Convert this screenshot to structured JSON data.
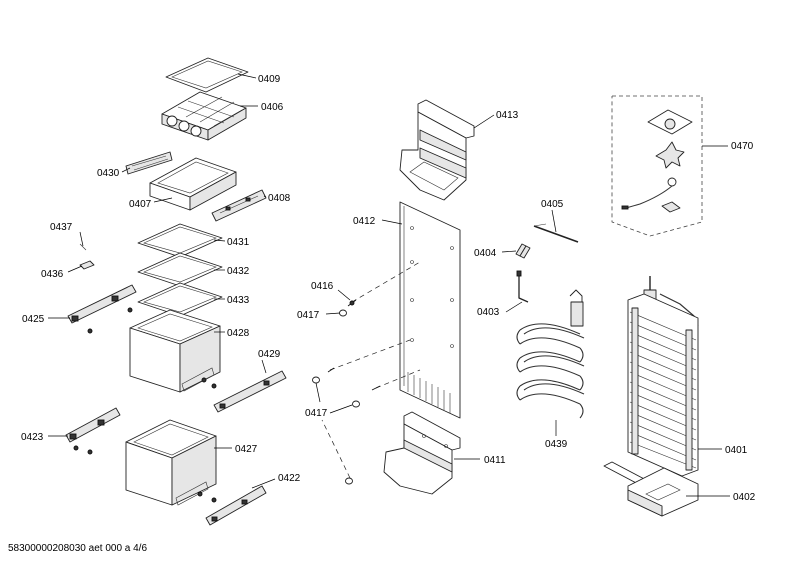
{
  "parts": [
    {
      "id": "0409"
    },
    {
      "id": "0406"
    },
    {
      "id": "0430"
    },
    {
      "id": "0407"
    },
    {
      "id": "0408"
    },
    {
      "id": "0437"
    },
    {
      "id": "0436"
    },
    {
      "id": "0431"
    },
    {
      "id": "0432"
    },
    {
      "id": "0433"
    },
    {
      "id": "0425"
    },
    {
      "id": "0428"
    },
    {
      "id": "0429"
    },
    {
      "id": "0423"
    },
    {
      "id": "0427"
    },
    {
      "id": "0422"
    },
    {
      "id": "0413"
    },
    {
      "id": "0412"
    },
    {
      "id": "0416"
    },
    {
      "id": "0417"
    },
    {
      "id": "0417"
    },
    {
      "id": "0411"
    },
    {
      "id": "0405"
    },
    {
      "id": "0404"
    },
    {
      "id": "0403"
    },
    {
      "id": "0439"
    },
    {
      "id": "0470"
    },
    {
      "id": "0401"
    },
    {
      "id": "0402"
    }
  ],
  "footer": {
    "document_id": "58300000208030 aet 000 a 4/6"
  }
}
